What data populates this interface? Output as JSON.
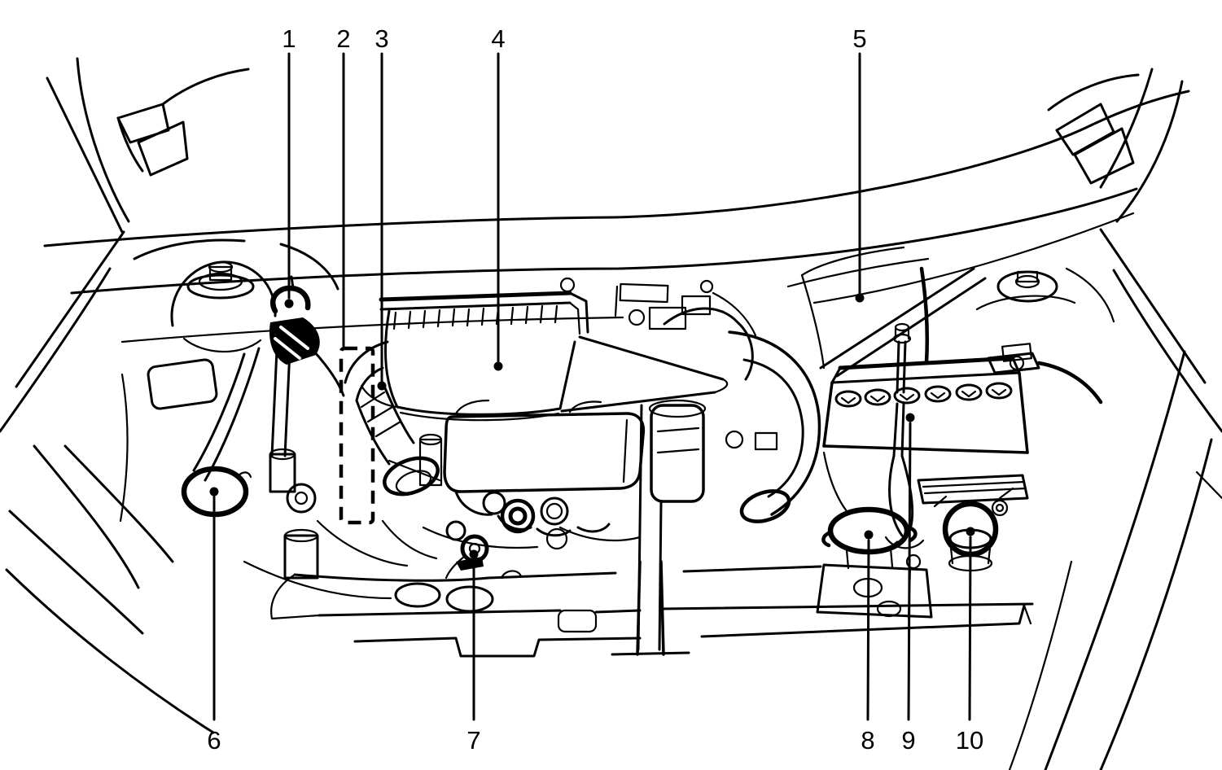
{
  "colors": {
    "ink": "#000000",
    "background": "#ffffff"
  },
  "callouts": [
    {
      "label": "1"
    },
    {
      "label": "2"
    },
    {
      "label": "3"
    },
    {
      "label": "4"
    },
    {
      "label": "5"
    },
    {
      "label": "6"
    },
    {
      "label": "7"
    },
    {
      "label": "8"
    },
    {
      "label": "9"
    },
    {
      "label": "10"
    }
  ]
}
